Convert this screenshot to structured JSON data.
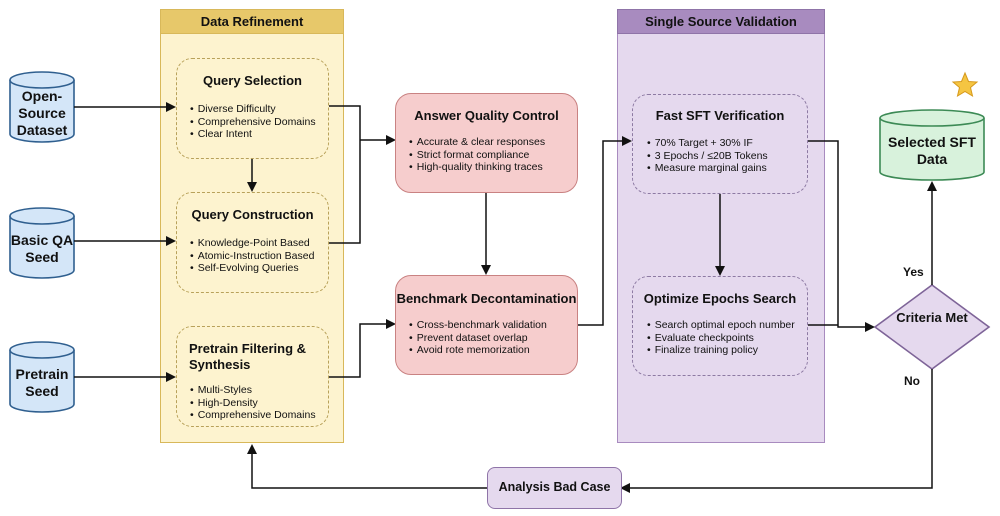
{
  "panels": {
    "refinement_title": "Data Refinement",
    "validation_title": "Single Source Validation"
  },
  "sources": {
    "open_source": "Open-Source Dataset",
    "basic_qa": "Basic QA Seed",
    "pretrain": "Pretrain Seed"
  },
  "query_selection": {
    "title": "Query Selection",
    "items": [
      "Diverse Difficulty",
      "Comprehensive Domains",
      "Clear Intent"
    ]
  },
  "query_construction": {
    "title": "Query Construction",
    "items": [
      "Knowledge-Point Based",
      "Atomic-Instruction Based",
      "Self-Evolving Queries"
    ]
  },
  "pretrain_filtering": {
    "title": "Pretrain Filtering & Synthesis",
    "items": [
      "Multi-Styles",
      "High-Density",
      "Comprehensive Domains"
    ]
  },
  "answer_qc": {
    "title": "Answer Quality Control",
    "items": [
      "Accurate & clear responses",
      "Strict format compliance",
      "High-quality thinking traces"
    ]
  },
  "decontamination": {
    "title": "Benchmark Decontamination",
    "items": [
      "Cross-benchmark validation",
      "Prevent dataset overlap",
      "Avoid rote memorization"
    ]
  },
  "fast_sft": {
    "title": "Fast SFT Verification",
    "items": [
      "70% Target + 30% IF",
      "3 Epochs / ≤20B Tokens",
      "Measure marginal gains"
    ]
  },
  "epochs_search": {
    "title": "Optimize Epochs Search",
    "items": [
      "Search optimal epoch number",
      "Evaluate checkpoints",
      "Finalize training policy"
    ]
  },
  "decision": {
    "label": "Criteria Met",
    "yes": "Yes",
    "no": "No"
  },
  "selected": "Selected SFT Data",
  "bad_case": "Analysis Bad Case",
  "icons": [
    "star-icon"
  ],
  "colors": {
    "refinement_fill": "#fdf3cf",
    "refinement_header": "#e7c86a",
    "validation_fill": "#e5d9ee",
    "validation_header": "#a88bbf",
    "cylinder_blue": "#d4e6f8",
    "selected_green": "#d8f2dc",
    "pink_box": "#f6cdcd",
    "diamond_purple": "#e5d9ee"
  }
}
